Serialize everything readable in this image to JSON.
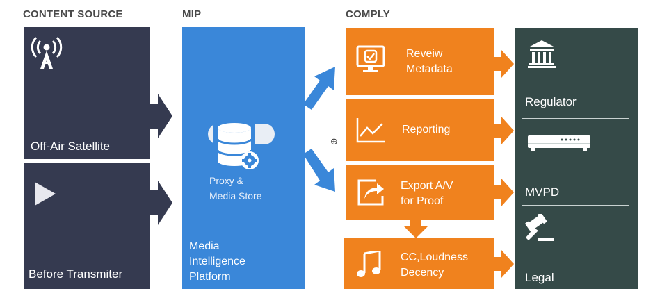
{
  "headers": {
    "content_source": "CONTENT SOURCE",
    "mip": "MIP",
    "comply": "COMPLY"
  },
  "sources": [
    {
      "label": "Off-Air Satellite",
      "icon": "antenna-icon"
    },
    {
      "label": "Before Transmiter",
      "icon": "play-icon"
    }
  ],
  "platform": {
    "store_label_line1": "Proxy &",
    "store_label_line2": "Media Store",
    "title_line1": "Media",
    "title_line2": "Intelligence",
    "title_line3": "Platform",
    "icon": "database-gear-icon"
  },
  "comply": [
    {
      "line1": "Reveiw",
      "line2": "Metadata",
      "icon": "monitor-check-icon"
    },
    {
      "line1": "Reporting",
      "line2": "",
      "icon": "line-chart-icon"
    },
    {
      "line1": "Export A/V",
      "line2": "for Proof",
      "icon": "share-export-icon"
    },
    {
      "line1": "CC,Loudness",
      "line2": "Decency",
      "icon": "music-note-icon"
    }
  ],
  "destinations": [
    {
      "label": "Regulator",
      "icon": "government-building-icon"
    },
    {
      "label": "MVPD",
      "icon": "set-top-box-icon"
    },
    {
      "label": "Legal",
      "icon": "gavel-icon"
    }
  ],
  "colors": {
    "source_bg": "#353a50",
    "platform_bg": "#3a87d9",
    "comply_bg": "#f0821e",
    "destination_bg": "#354a48"
  }
}
